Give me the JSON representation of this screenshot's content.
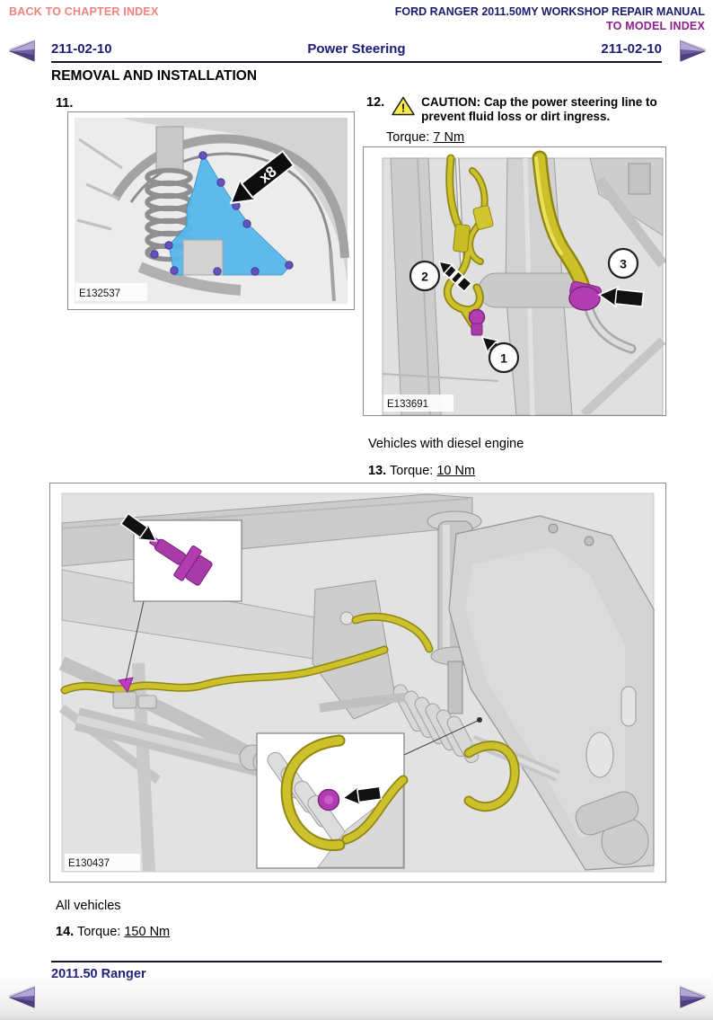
{
  "header": {
    "back_link": "BACK TO CHAPTER INDEX",
    "manual_title": "FORD RANGER 2011.50MY WORKSHOP REPAIR MANUAL",
    "model_index_link": "TO MODEL INDEX",
    "section_code_left": "211-02-10",
    "section_title": "Power Steering",
    "section_code_right": "211-02-10",
    "page_heading": "REMOVAL AND INSTALLATION"
  },
  "steps": {
    "step11_number": "11.",
    "step12_number": "12.",
    "step12_caution": "CAUTION: Cap the power steering line to prevent fluid loss or dirt ingress.",
    "step12_torque_label": "Torque:",
    "step12_torque_value": "7 Nm",
    "diesel_note": "Vehicles with diesel engine",
    "step13_number": "13.",
    "step13_torque_label": "Torque:",
    "step13_torque_value": "10 Nm",
    "all_vehicles_note": "All vehicles",
    "step14_number": "14.",
    "step14_torque_label": "Torque:",
    "step14_torque_value": "150 Nm"
  },
  "figures": {
    "fig1": {
      "id": "E132537",
      "callout": "x8"
    },
    "fig2": {
      "id": "E133691",
      "callout1": "1",
      "callout2": "2",
      "callout3": "3"
    },
    "fig3": {
      "id": "E130437"
    }
  },
  "footer": {
    "model_label": "2011.50 Ranger"
  },
  "colors": {
    "navy": "#1b1b78",
    "salmon_link": "#f0837c",
    "purple_link": "#8b1f8b",
    "highlight_blue": "#58b8ec",
    "hose_yellow": "#ccc12b",
    "fitting_purple": "#b13db1",
    "nav_arrow_purple": "#6d5da2",
    "caution_yellow": "#f9ee4a"
  }
}
